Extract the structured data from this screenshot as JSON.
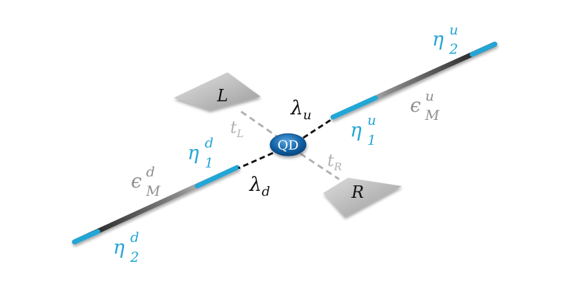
{
  "labels": {
    "eta2_u": {
      "base": "η",
      "sup": "u",
      "sub": "2"
    },
    "epsM_u": {
      "base": "ϵ",
      "sup": "u",
      "sub": "M"
    },
    "eta1_u": {
      "base": "η",
      "sup": "u",
      "sub": "1"
    },
    "lambda_u": {
      "base": "λ",
      "sub": "u"
    },
    "L": "L",
    "tL": {
      "base": "t",
      "sub": "L"
    },
    "QD": "QD",
    "tR": {
      "base": "t",
      "sub": "R"
    },
    "R": "R",
    "eta1_d": {
      "base": "η",
      "sup": "d",
      "sub": "1"
    },
    "lambda_d": {
      "base": "λ",
      "sub": "d"
    },
    "epsM_d": {
      "base": "ϵ",
      "sup": "d",
      "sub": "M"
    },
    "eta2_d": {
      "base": "η",
      "sup": "d",
      "sub": "2"
    }
  },
  "colors": {
    "majorana": "#22a6d6",
    "wire_dark": "#1a1a1a",
    "wire_light": "#d8d8d8",
    "lead": "#bdbdbd",
    "tunnel": "#b0b0b0",
    "coupling": "#111111",
    "qd_fill": "#1262a6",
    "gray_text": "#8f8f8f",
    "black_text": "#111111"
  }
}
